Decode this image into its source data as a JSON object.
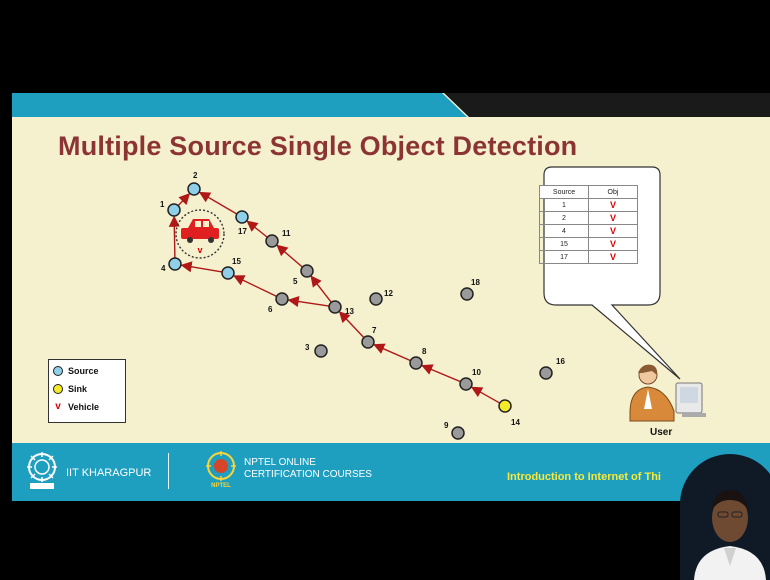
{
  "slide": {
    "title": "Multiple Source Single Object Detection",
    "colors": {
      "title": "#8c3434",
      "background": "#f5f1cf",
      "band": "#1f9fbf",
      "arrow": "#b01818",
      "source_node": "#8fd0e8",
      "sink_node": "#f3ea2a",
      "plain_node": "#9a9a9a"
    }
  },
  "diagram": {
    "nodes": [
      {
        "id": "1",
        "label": "1",
        "role": "source"
      },
      {
        "id": "2",
        "label": "2",
        "role": "source"
      },
      {
        "id": "4",
        "label": "4",
        "role": "source"
      },
      {
        "id": "15",
        "label": "15",
        "role": "source"
      },
      {
        "id": "17",
        "label": "17",
        "role": "source"
      },
      {
        "id": "11",
        "label": "11",
        "role": "node"
      },
      {
        "id": "5",
        "label": "5",
        "role": "node"
      },
      {
        "id": "6",
        "label": "6",
        "role": "node"
      },
      {
        "id": "13",
        "label": "13",
        "role": "node"
      },
      {
        "id": "12",
        "label": "12",
        "role": "node"
      },
      {
        "id": "18",
        "label": "18",
        "role": "node"
      },
      {
        "id": "7",
        "label": "7",
        "role": "node"
      },
      {
        "id": "3",
        "label": "3",
        "role": "node"
      },
      {
        "id": "8",
        "label": "8",
        "role": "node"
      },
      {
        "id": "10",
        "label": "10",
        "role": "node"
      },
      {
        "id": "16",
        "label": "16",
        "role": "node"
      },
      {
        "id": "14",
        "label": "14",
        "role": "sink"
      },
      {
        "id": "9",
        "label": "9",
        "role": "node"
      }
    ],
    "edges": [
      [
        "14",
        "10"
      ],
      [
        "10",
        "8"
      ],
      [
        "8",
        "7"
      ],
      [
        "7",
        "13"
      ],
      [
        "13",
        "5"
      ],
      [
        "5",
        "11"
      ],
      [
        "11",
        "17"
      ],
      [
        "17",
        "2"
      ],
      [
        "13",
        "6"
      ],
      [
        "6",
        "15"
      ],
      [
        "15",
        "4"
      ],
      [
        "4",
        "1"
      ],
      [
        "1",
        "2"
      ]
    ],
    "vehicle_mark": "v"
  },
  "bubble_table": {
    "headers": [
      "Source",
      "Obj"
    ],
    "rows": [
      {
        "source": "1",
        "obj": "V"
      },
      {
        "source": "2",
        "obj": "V"
      },
      {
        "source": "4",
        "obj": "V"
      },
      {
        "source": "15",
        "obj": "V"
      },
      {
        "source": "17",
        "obj": "V"
      }
    ]
  },
  "legend": {
    "items": [
      {
        "label": "Source",
        "kind": "source"
      },
      {
        "label": "Sink",
        "kind": "sink"
      },
      {
        "label": "Vehicle",
        "kind": "vehicle",
        "symbol": "v"
      }
    ]
  },
  "user": {
    "label": "User"
  },
  "footer": {
    "institute": "IIT KHARAGPUR",
    "nptel_line1": "NPTEL ONLINE",
    "nptel_line2": "CERTIFICATION COURSES",
    "nptel_logo_text": "NPTEL",
    "course": "Introduction to Internet of Thi"
  }
}
